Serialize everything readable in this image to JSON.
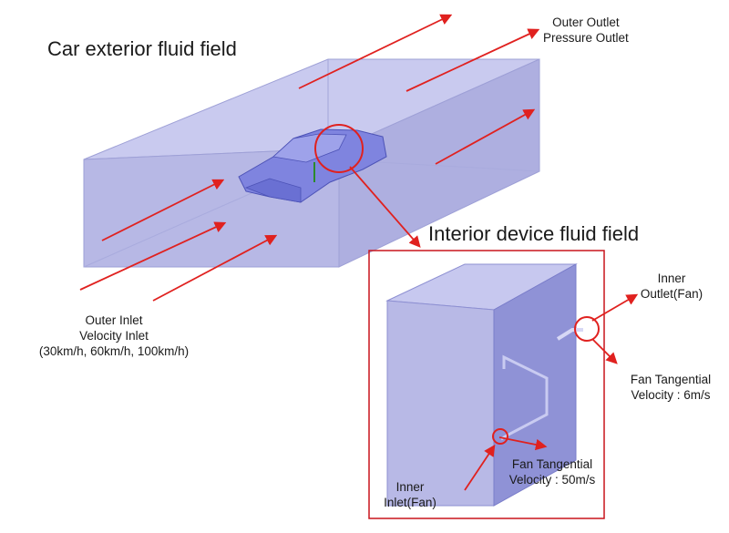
{
  "labels": {
    "exterior_title": "Car exterior fluid field",
    "interior_title": "Interior device fluid field",
    "outer_outlet": "Outer Outlet\nPressure Outlet",
    "outer_inlet": "Outer Inlet\nVelocity Inlet\n(30km/h, 60km/h, 100km/h)",
    "inner_outlet": "Inner\nOutlet(Fan)",
    "fan_tangential_6": "Fan Tangential\nVelocity : 6m/s",
    "fan_tangential_50": "Fan Tangential\nVelocity : 50m/s",
    "inner_inlet": "Inner\nInlet(Fan)"
  },
  "colors": {
    "fluid_box": "#b8b9e6",
    "fluid_box_dark": "#9d9fdb",
    "arrow": "#e0211f",
    "frame": "#c8141c",
    "car": "#7d82de"
  }
}
